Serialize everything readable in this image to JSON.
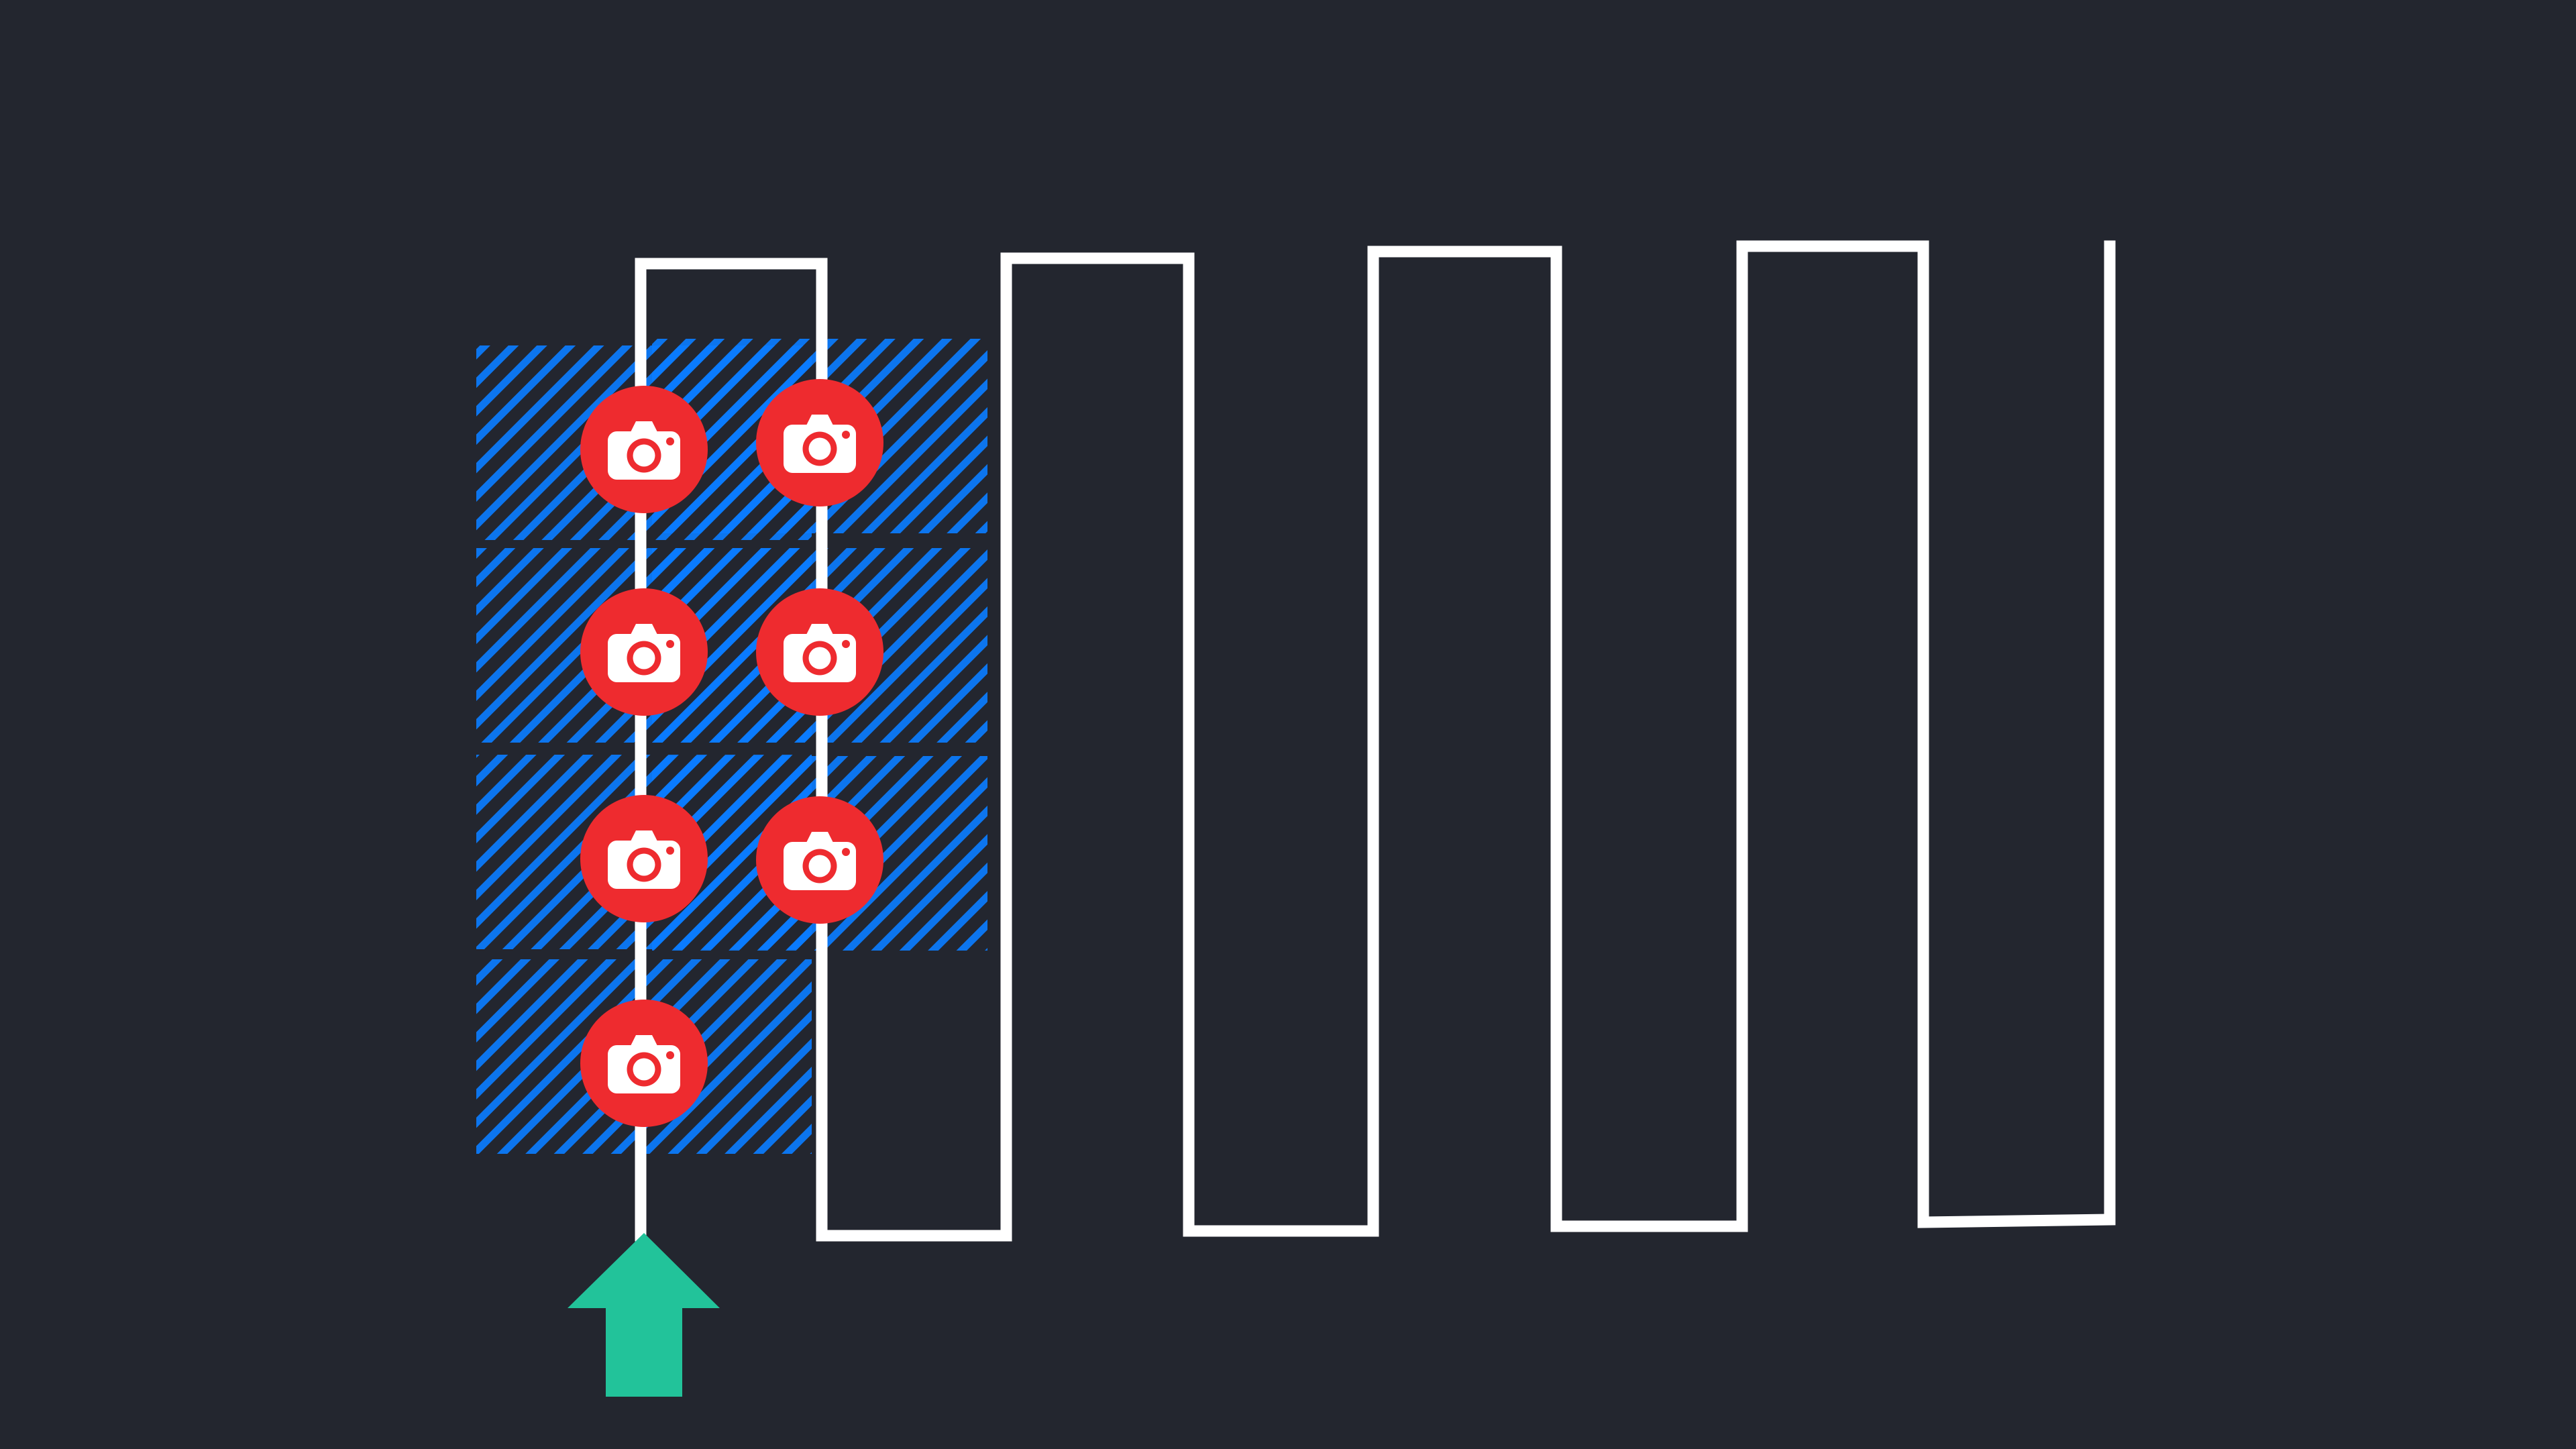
{
  "diagram": {
    "background_color": "#23262f",
    "flight_path": {
      "color": "#ffffff",
      "description_visible": false
    },
    "coverage": {
      "color": "#0a7cff",
      "style": "diagonal-hatch",
      "footprint_count": 7
    },
    "photo_markers": {
      "count": 7,
      "icon": "camera-icon",
      "disc_color": "#ee2b2f",
      "icon_color": "#ffffff"
    },
    "start_arrow": {
      "icon": "arrow-up-icon",
      "color": "#22c39a"
    }
  }
}
